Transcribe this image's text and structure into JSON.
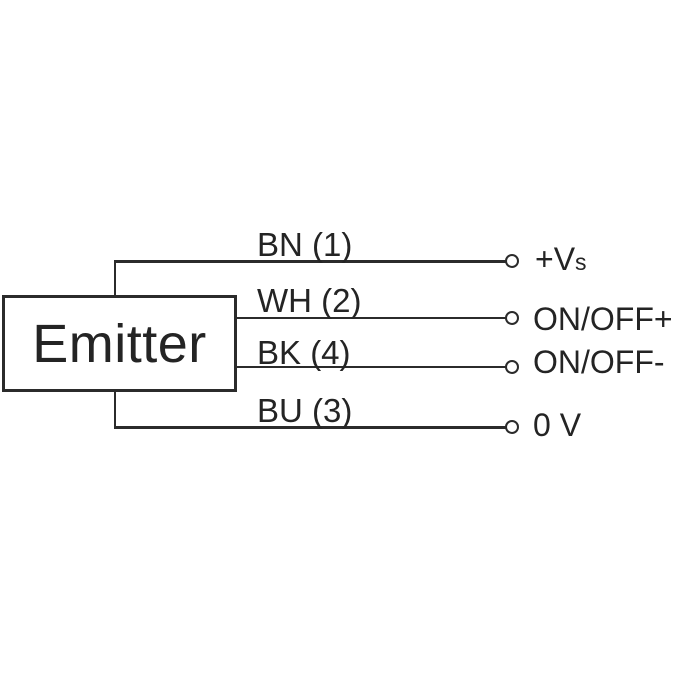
{
  "diagram": {
    "device_label": "Emitter",
    "colors": {
      "line": "#2b2b2b",
      "text": "#242424",
      "background": "#ffffff"
    },
    "wires": [
      {
        "wire_label": "BN (1)",
        "terminal_label": "+V",
        "terminal_label_sub": "s"
      },
      {
        "wire_label": "WH (2)",
        "terminal_label": "ON/OFF+",
        "terminal_label_sub": ""
      },
      {
        "wire_label": "BK (4)",
        "terminal_label": "ON/OFF-",
        "terminal_label_sub": ""
      },
      {
        "wire_label": "BU (3)",
        "terminal_label": "0 V",
        "terminal_label_sub": ""
      }
    ]
  }
}
